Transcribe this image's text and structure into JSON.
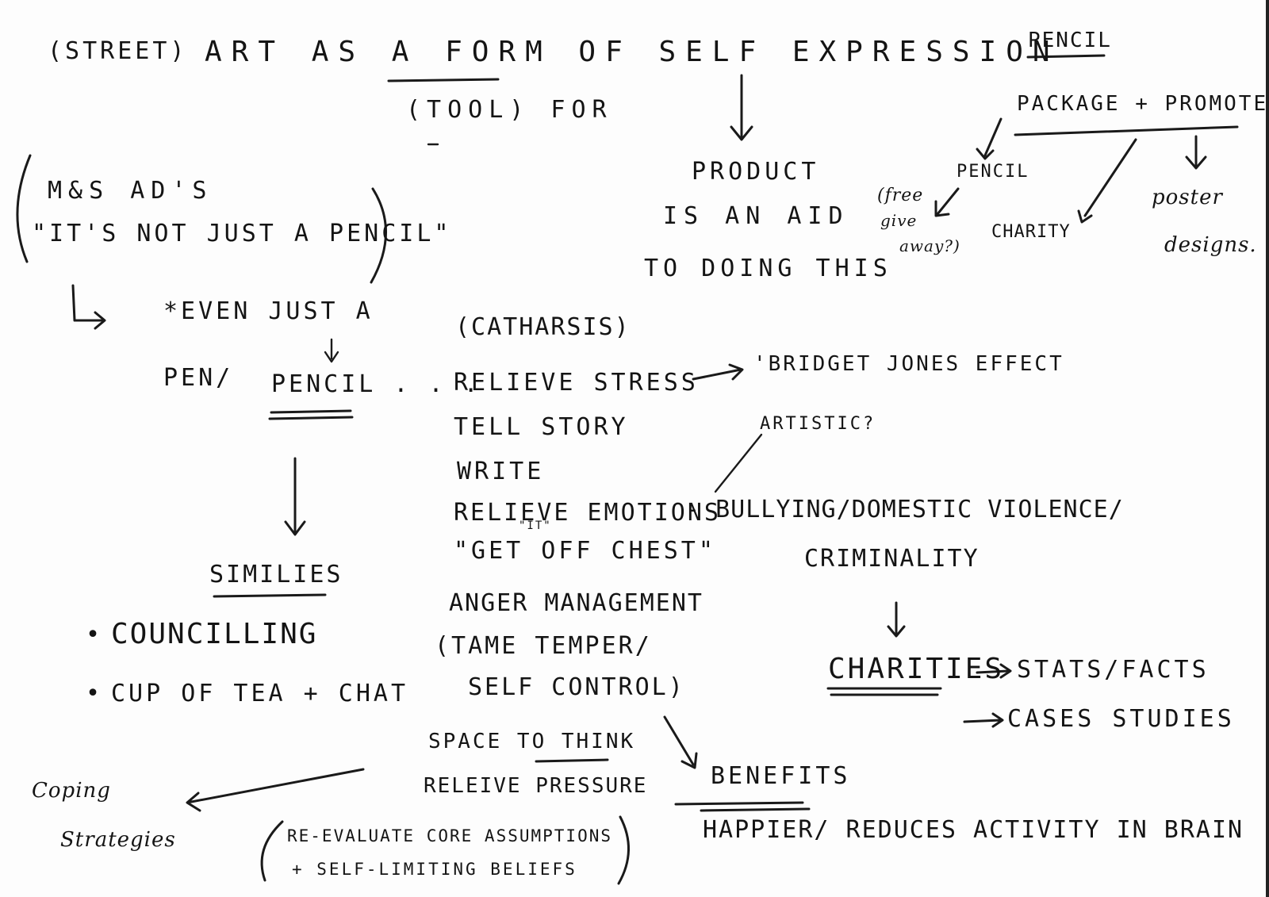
{
  "title": {
    "street": "(STREET)",
    "line": "ART AS A FORM OF SELF EXPRESSION",
    "tool": "(TOOL) FOR"
  },
  "pencil_section": {
    "heading": "PENCIL",
    "package": "PACKAGE + PROMOTE.",
    "pencil_label": "PENCIL",
    "free_give_away": [
      "(free",
      "give",
      "away?)"
    ],
    "charity": "CHARITY",
    "poster_designs": [
      "poster",
      "designs."
    ]
  },
  "product": [
    "PRODUCT",
    "IS AN AID",
    "TO DOING THIS"
  ],
  "mfs": [
    "M&S AD'S",
    "\"IT'S NOT JUST A PENCIL\""
  ],
  "even_just": [
    "*EVEN JUST A",
    "PEN/",
    "PENCIL . . ."
  ],
  "catharsis": "(CATHARSIS)",
  "uses": [
    "RELIEVE STRESS",
    "TELL STORY",
    "WRITE",
    "RELIEVE EMOTIONS",
    "\"GET OFF CHEST\""
  ],
  "it_note": "\"IT\"",
  "bridget": "'BRIDGET JONES EFFECT",
  "artistic": "ARTISTIC?",
  "bullying": [
    "- BULLYING/DOMESTIC VIOLENCE/",
    "CRIMINALITY"
  ],
  "anger": [
    "ANGER MANAGEMENT",
    "(TAME TEMPER/",
    "SELF CONTROL)"
  ],
  "space": [
    "SPACE TO THINK",
    "RELEIVE PRESSURE"
  ],
  "reevaluate": [
    "RE-EVALUATE CORE ASSUMPTIONS",
    "+ SELF-LIMITING BELIEFS"
  ],
  "similies": {
    "heading": "SIMILIES",
    "items": [
      "COUNCILLING",
      "CUP OF TEA + CHAT"
    ]
  },
  "coping": [
    "Coping",
    "Strategies"
  ],
  "charities": {
    "label": "CHARITIES",
    "stats": "STATS/FACTS",
    "cases": "CASES STUDIES"
  },
  "benefits": {
    "label": "BENEFITS",
    "detail": "HAPPIER/ REDUCES ACTIVITY IN BRAIN"
  }
}
